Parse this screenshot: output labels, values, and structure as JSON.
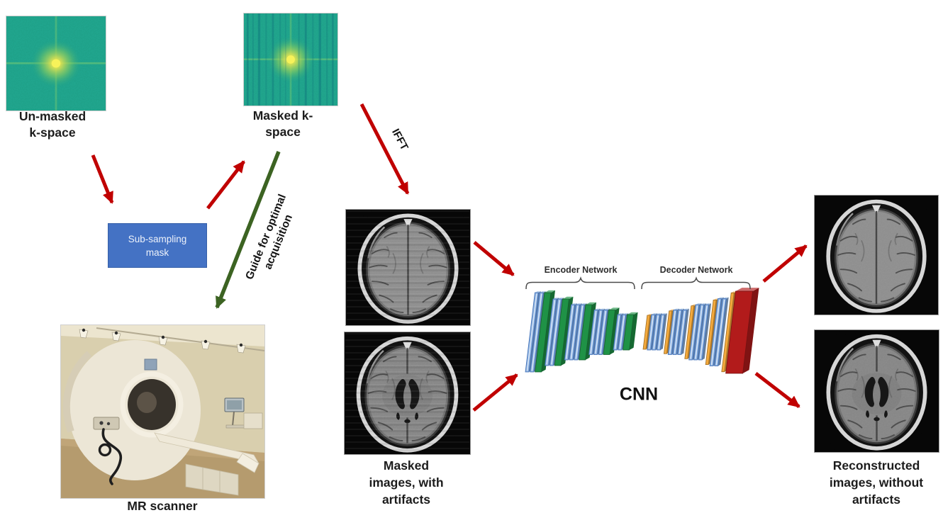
{
  "figure": {
    "unmasked_kspace_label": [
      "Un-masked",
      "k-space"
    ],
    "masked_kspace_label": [
      "Masked k-",
      "space"
    ],
    "subsampling_mask_label": [
      "Sub-sampling",
      "mask"
    ],
    "mr_scanner_label": "MR scanner",
    "ifft_label": "IFFT",
    "guide_label": [
      "Guide for optimal",
      "acquisition"
    ],
    "masked_images_label": [
      "Masked",
      "images, with",
      "artifacts"
    ],
    "reconstructed_images_label": [
      "Reconstructed",
      "images, without",
      "artifacts"
    ],
    "cnn_label": "CNN",
    "encoder_label": "Encoder Network",
    "decoder_label": "Decoder Network"
  },
  "colors": {
    "red_arrow": "#c00000",
    "green_arrow": "#3c6322",
    "mask_box_fill": "#4472c4",
    "mask_box_text": "#edf2fb",
    "kspace_base": "#1ea087",
    "kspace_glow": "#f2ee4e",
    "brace": "#4a4a4a",
    "conv": "#8aafdd",
    "conv_edge": "#3f6fb8",
    "conv_highlight": "#d9e6f7",
    "pool": "#1f9246",
    "unpool": "#f3a93c",
    "softmax": "#b21b1b"
  },
  "cnn_layers": {
    "encoder_groups": [
      {
        "convs": 2,
        "height": 112,
        "cap": "pool"
      },
      {
        "convs": 2,
        "height": 94,
        "cap": "pool"
      },
      {
        "convs": 3,
        "height": 78,
        "cap": "pool"
      },
      {
        "convs": 3,
        "height": 63,
        "cap": "pool"
      },
      {
        "convs": 2,
        "height": 50,
        "cap": "pool"
      }
    ],
    "decoder_groups": [
      {
        "pre": "unpool",
        "convs": 3,
        "height": 50
      },
      {
        "pre": "unpool",
        "convs": 3,
        "height": 63
      },
      {
        "pre": "unpool",
        "convs": 3,
        "height": 78
      },
      {
        "pre": "unpool",
        "convs": 2,
        "height": 95
      },
      {
        "pre": "unpool",
        "convs": 0,
        "height": 116,
        "cap": "softmax"
      }
    ]
  }
}
